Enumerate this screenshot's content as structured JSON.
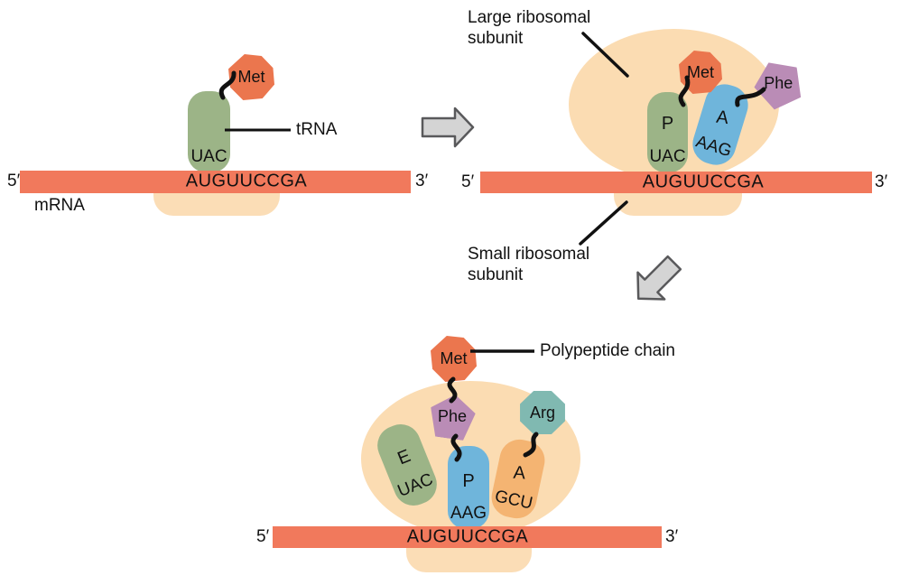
{
  "colors": {
    "ribosome_peach": "#FBDCB2",
    "mrna_salmon": "#F1795C",
    "met_orange": "#EB764E",
    "trna_green": "#9CB487",
    "trna_blue": "#6FB5DB",
    "trna_orange": "#F4B472",
    "phe_purple": "#BA8CB6",
    "arg_teal": "#80B9B1",
    "arrow_gray": "#D4D4D4"
  },
  "icons": {
    "step_arrow_right": "right-arrow",
    "step_arrow_down_left": "down-left-arrow"
  },
  "panel_initiation": {
    "met": "Met",
    "trna_label": "tRNA",
    "anticodon": "UAC",
    "mrna_label": "mRNA",
    "codons": "AUGUUCCGA",
    "five_prime": "5′",
    "three_prime": "3′"
  },
  "panel_elongation": {
    "large_subunit_label": "Large ribosomal\nsubunit",
    "small_subunit_label": "Small ribosomal\nsubunit",
    "met": "Met",
    "phe": "Phe",
    "p_site": "P",
    "a_site": "A",
    "p_anticodon": "UAC",
    "a_anticodon": "AAG",
    "codons": "AUGUUCCGA",
    "five_prime": "5′",
    "three_prime": "3′"
  },
  "panel_translocation": {
    "polypeptide_label": "Polypeptide chain",
    "met": "Met",
    "phe": "Phe",
    "arg": "Arg",
    "e_site": "E",
    "p_site": "P",
    "a_site": "A",
    "e_anticodon": "UAC",
    "p_anticodon": "AAG",
    "a_anticodon": "GCU",
    "codons": "AUGUUCCGA",
    "five_prime": "5′",
    "three_prime": "3′"
  }
}
